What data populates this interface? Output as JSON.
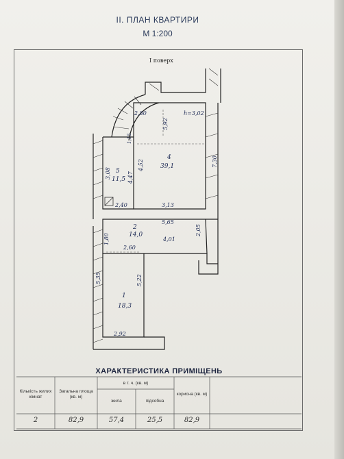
{
  "header": {
    "title": "II. ПЛАН КВАРТИРИ",
    "scale": "М 1:200"
  },
  "plan": {
    "floor_label": "I поверх",
    "rooms": [
      {
        "number": "4",
        "area": "39,1"
      },
      {
        "number": "5",
        "area": "11,5"
      },
      {
        "number": "2",
        "area": "14,0"
      },
      {
        "number": "1",
        "area": "18,3"
      }
    ],
    "dimensions": {
      "room4_top": "2,80",
      "room4_label_height": "h=3,02",
      "room4_vertical": "5,92",
      "room4_right": "7,30",
      "room4_left": "4,52",
      "room4_bottom": "3,13",
      "room4_small": "1,15",
      "room5_left": "3,08",
      "room5_right": "4,47",
      "room5_bottom": "2,40",
      "room2_top": "5,65",
      "room2_right": "2,05",
      "room2_middle": "4,01",
      "room2_left": "1,80",
      "room2_bottom": "2,60",
      "room1_left": "5,35",
      "room1_right": "5,22",
      "room1_bottom": "2,92"
    }
  },
  "table": {
    "title": "ХАРАКТЕРИСТИКА ПРИМІЩЕНЬ",
    "headers": {
      "rooms_count": "Кількість жилих кімнат",
      "total_area": "Загальна площа (кв. м)",
      "incl": "в т. ч. (кв. м)",
      "living": "жила",
      "auxiliary": "підсобна",
      "usable": "корисна (кв. м)"
    },
    "values": {
      "rooms_count": "2",
      "total_area": "82,9",
      "living": "57,4",
      "auxiliary": "25,5",
      "usable": "82,9"
    }
  }
}
